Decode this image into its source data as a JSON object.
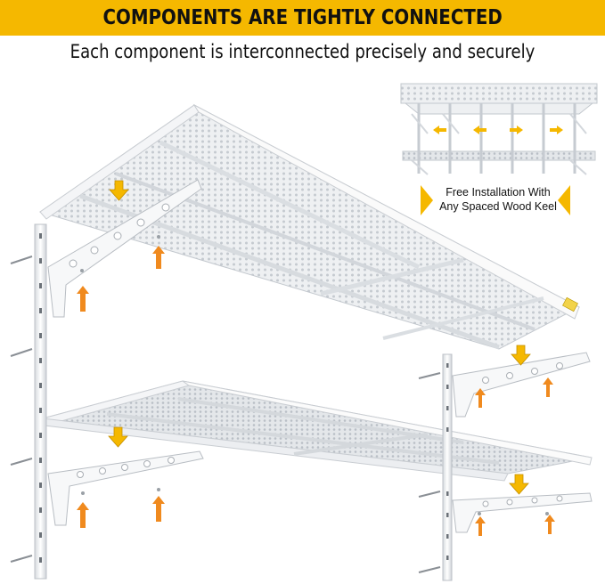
{
  "banner": {
    "title": "COMPONENTS ARE TIGHTLY CONNECTED",
    "background": "#f5b800"
  },
  "subtitle": "Each component is interconnected precisely and securely",
  "inset": {
    "caption_line1": "Free Installation With",
    "caption_line2": "Any Spaced Wood Keel"
  },
  "colors": {
    "arrow_yellow": "#f5b800",
    "arrow_orange": "#f08a1e",
    "steel": "#e9ecef",
    "perforation": "#c9ced4"
  },
  "icons": [
    "arrow-down-icon",
    "arrow-up-icon",
    "arrow-left-icon",
    "arrow-right-icon",
    "screw-icon"
  ]
}
